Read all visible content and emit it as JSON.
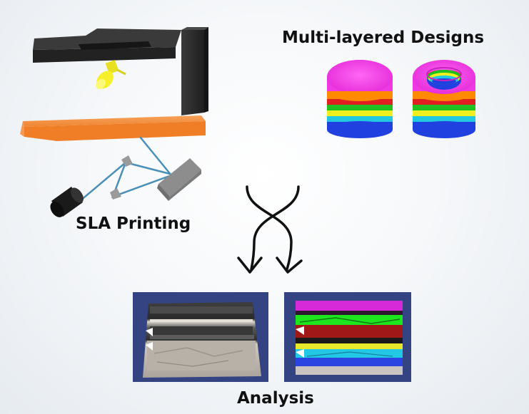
{
  "labels": {
    "multi_layered_designs": "Multi-layered Designs",
    "sla_printing": "SLA Printing",
    "analysis": "Analysis"
  },
  "colors": {
    "printer_frame": "#2b2b2b",
    "build_platform": "#f28a3a",
    "light_source": "#f5f02a",
    "laser_path": "#4a8fb8",
    "layer_top": "#f040e8",
    "layers": [
      "#ff8a00",
      "#e02020",
      "#20c020",
      "#f0f020",
      "#20c8e0",
      "#2040e0"
    ],
    "sample_bg": "#2f3f78",
    "sample_plain": "#b8b2aa"
  },
  "icons": {
    "printer": "sla-printer-icon",
    "cylinder": "layered-cylinder-icon",
    "ring": "layered-ring-icon",
    "arrows": "crossed-arrows-icon"
  }
}
